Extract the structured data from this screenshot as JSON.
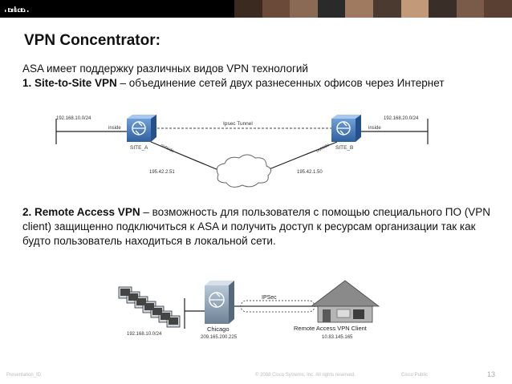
{
  "header": {
    "logo_text": "CISCO",
    "brand_color": "#000000",
    "photo_colors": [
      "#3b2a20",
      "#6b4a3a",
      "#8a6a55",
      "#2a2a2a",
      "#a07a60",
      "#4a3a30",
      "#c29a7a",
      "#3a2e28",
      "#7a5a48",
      "#5a4032"
    ]
  },
  "slide": {
    "title": "VPN Concentrator:",
    "intro_line": "ASA имеет поддержку различных видов VPN технологий",
    "point1_lead": "1.  Site-to-Site VPN",
    "point1_text": " – объединение сетей двух разнесенных офисов через Интернет",
    "point2_lead": "2.  Remote Access VPN",
    "point2_text": " – возможность для пользователя с помощью специального ПО (VPN client) защищенно подключиться к  ASA и получить доступ к ресурсам организации так как будто пользователь находиться в локальной сети."
  },
  "diagram1": {
    "left_net": "192.168.10.0/24",
    "right_net": "192.168.20.0/24",
    "left_inside": "inside",
    "right_inside": "inside",
    "left_outside": "outside",
    "right_outside": "outside",
    "left_device": "SITE_A",
    "right_device": "SITE_B",
    "tunnel_label": "Ipsec Tunnel",
    "left_ip": "195.42.2.51",
    "right_ip": "195.42.1.50"
  },
  "diagram2": {
    "lan_label": "192.168.10.0/24",
    "device_name": "Chicago",
    "device_ip": "209.165.200.225",
    "tunnel_label": "IPSec",
    "client_name": "Remote Access VPN Client",
    "client_ip": "10.83.145.165"
  },
  "footer": {
    "left": "Presentation_ID",
    "center": "© 2008 Cisco Systems, Inc. All rights reserved.",
    "right": "Cisco Public",
    "page": "13"
  }
}
